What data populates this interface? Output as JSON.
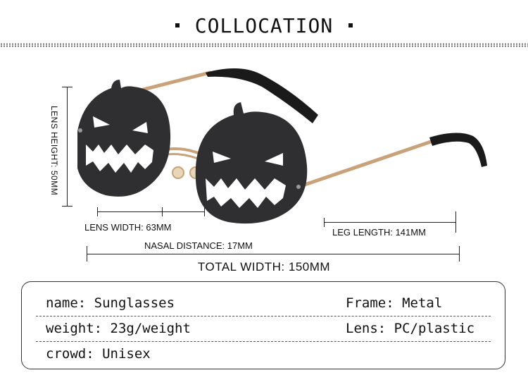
{
  "header": {
    "title": "COLLOCATION"
  },
  "dimensions": {
    "lens_height": "LENS HEIGHT: 50MM",
    "lens_width": "LENS WIDTH: 63MM",
    "nasal_distance": "NASAL DISTANCE: 17MM",
    "leg_length": "LEG LENGTH: 141MM",
    "total_width": "TOTAL WIDTH: 150MM"
  },
  "specs": {
    "rows": [
      {
        "left": "name: Sunglasses",
        "right": "Frame: Metal"
      },
      {
        "left": "weight: 23g/weight",
        "right": "Lens: PC/plastic"
      },
      {
        "left": "crowd: Unisex",
        "right": ""
      }
    ]
  },
  "colors": {
    "lens": "#2f2f31",
    "frame_gold": "#c9a27a",
    "temple_tip": "#1a1a1a"
  }
}
